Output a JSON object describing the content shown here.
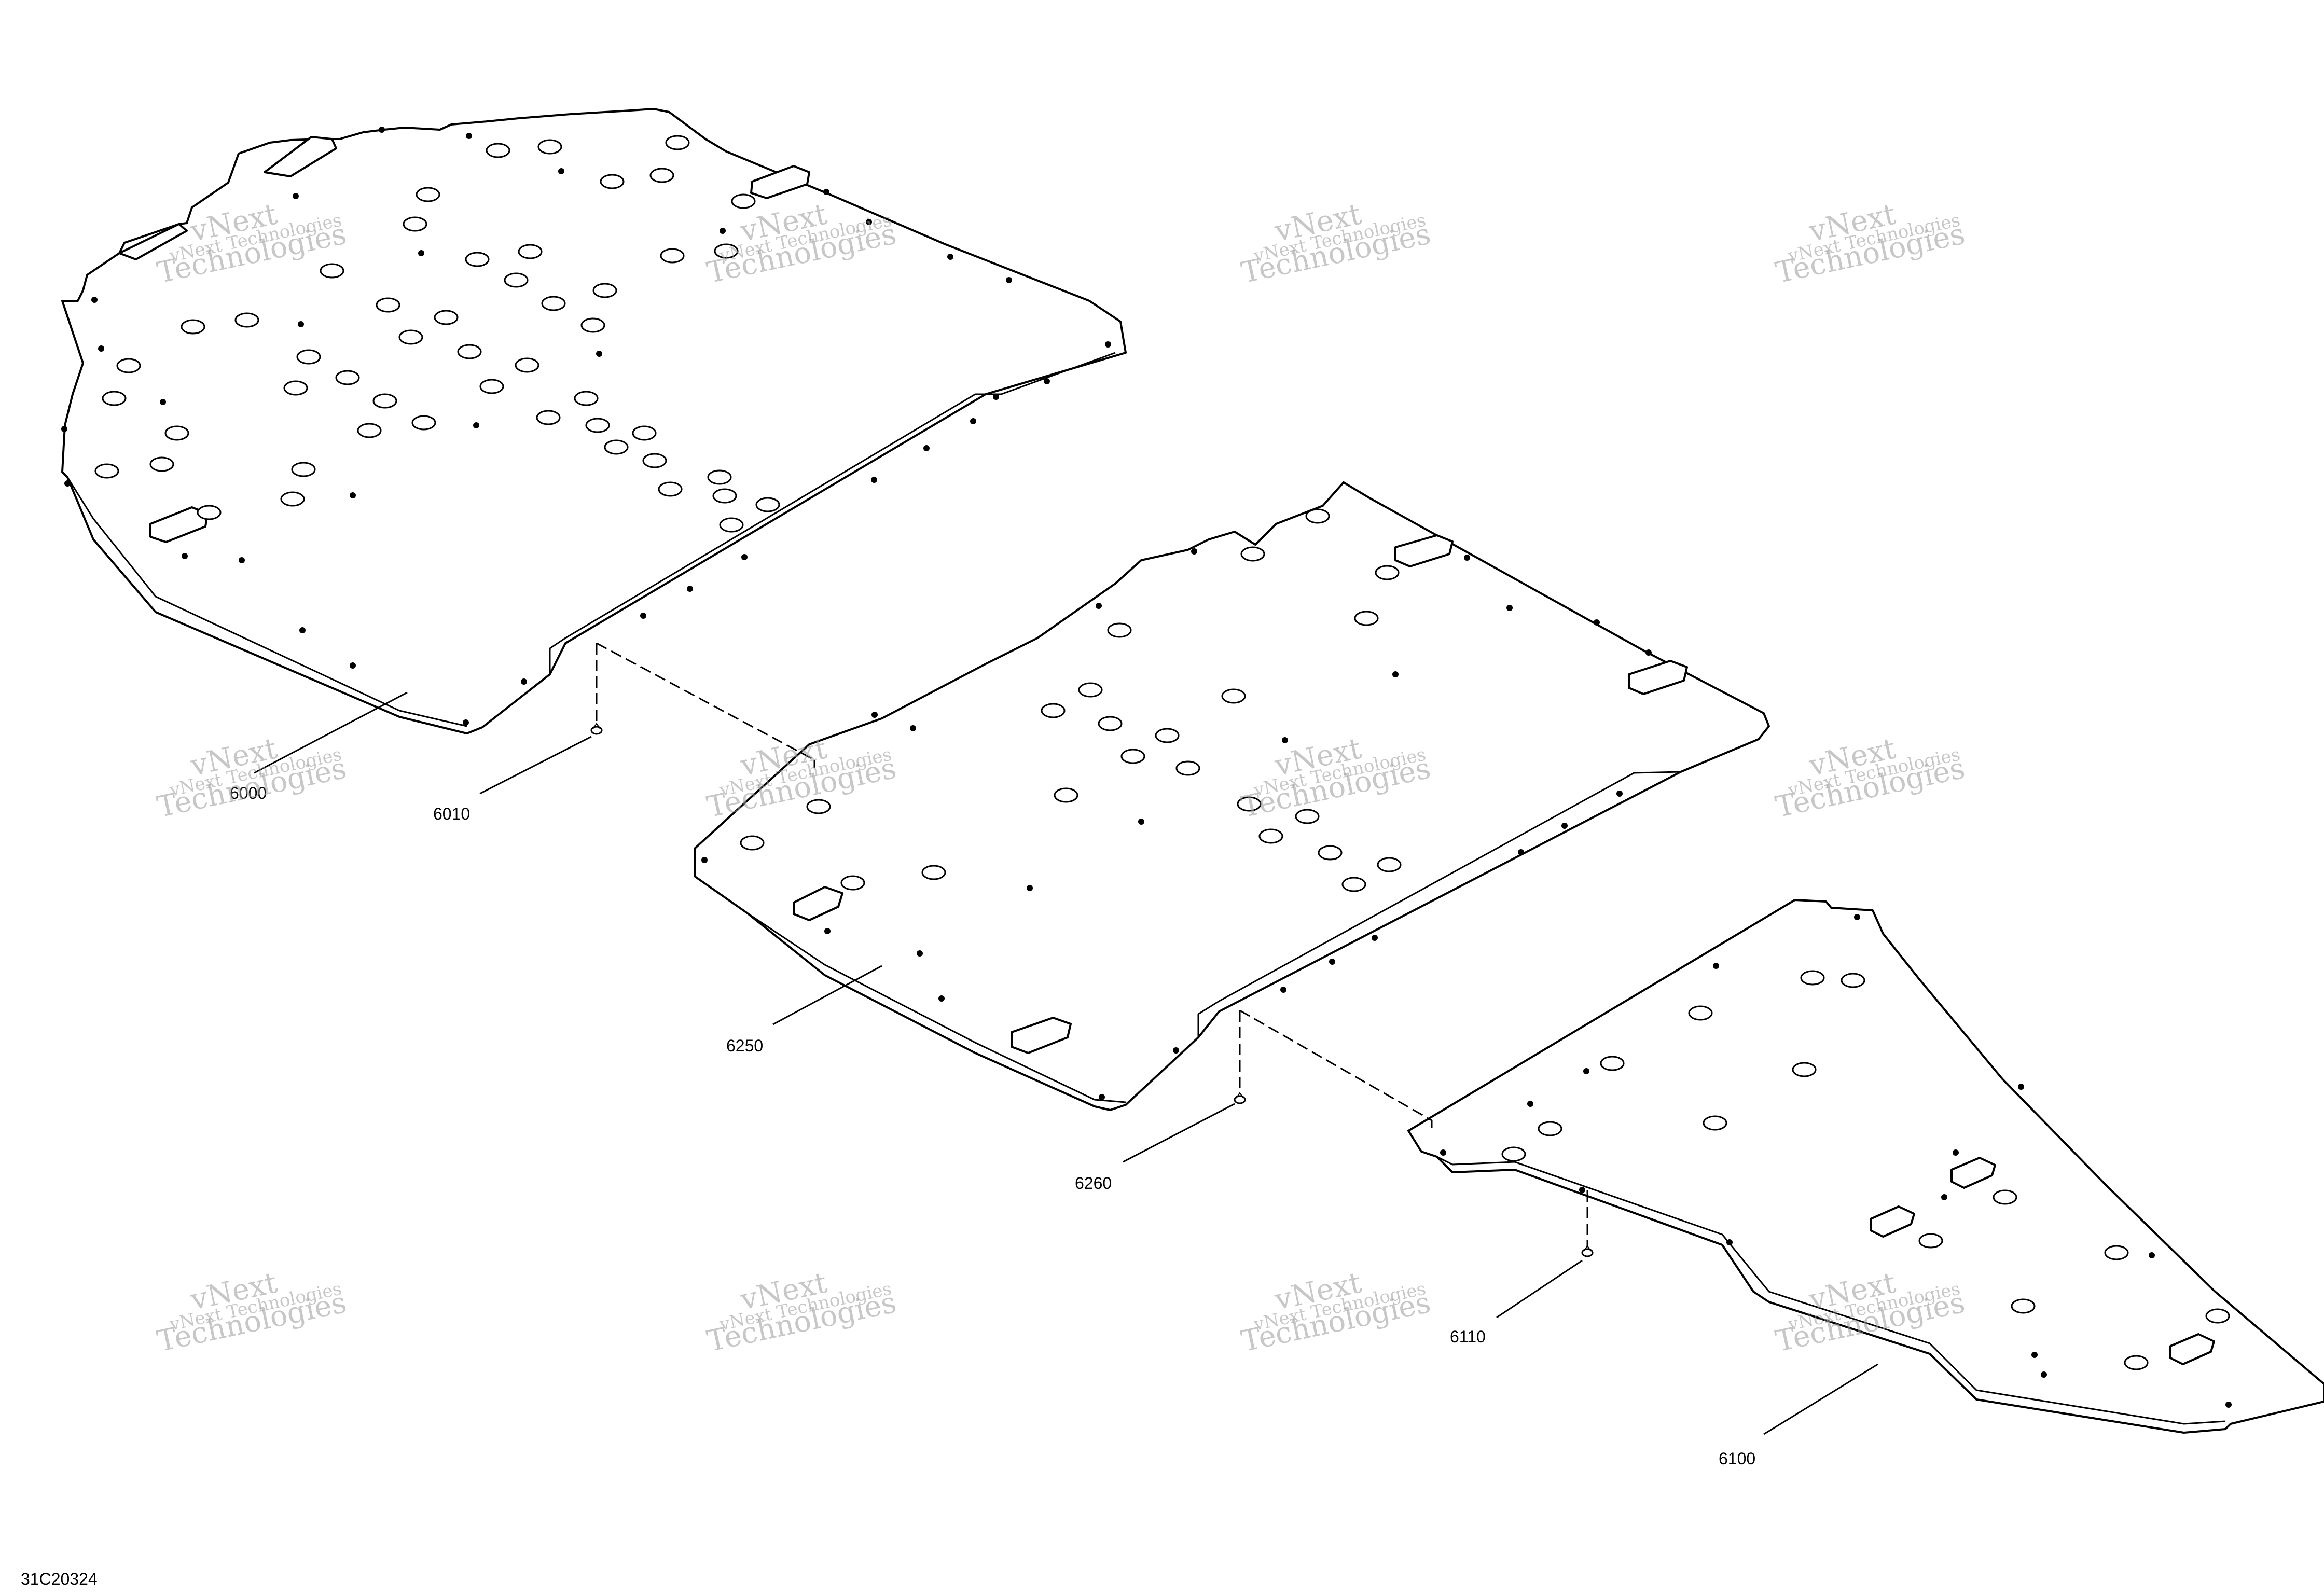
{
  "callouts": {
    "part_6000": "6000",
    "part_6010": "6010",
    "part_6250": "6250",
    "part_6260": "6260",
    "part_6110": "6110",
    "part_6100": "6100"
  },
  "drawing_code": "31C20324",
  "watermark": {
    "line1": "vNext Technologies",
    "line2": "vNext",
    "line3": "Technologies"
  }
}
